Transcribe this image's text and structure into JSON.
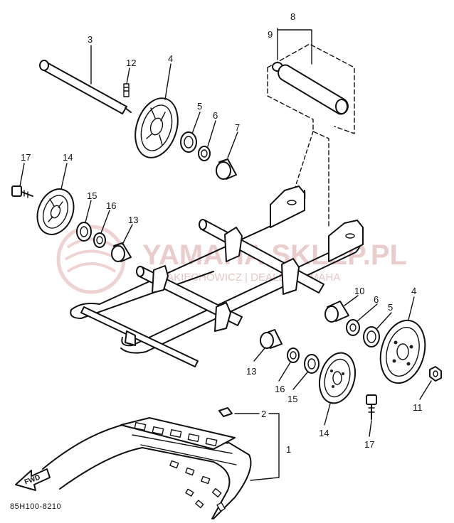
{
  "diagram_code": "85H100-8210",
  "fwd_label": "FWD",
  "watermark": {
    "title": "YAMAHA SKLEP.PL",
    "subtitle": "W. JAKIECHOWICZ | DEALER YAMAHA"
  },
  "callouts": {
    "c1": "1",
    "c2": "2",
    "c3": "3",
    "c4a": "4",
    "c4b": "4",
    "c5a": "5",
    "c5b": "5",
    "c6a": "6",
    "c6b": "6",
    "c7": "7",
    "c8": "8",
    "c9": "9",
    "c10": "10",
    "c11": "11",
    "c12": "12",
    "c13a": "13",
    "c13b": "13",
    "c14a": "14",
    "c14b": "14",
    "c15a": "15",
    "c15b": "15",
    "c16a": "16",
    "c16b": "16",
    "c17a": "17",
    "c17b": "17"
  }
}
